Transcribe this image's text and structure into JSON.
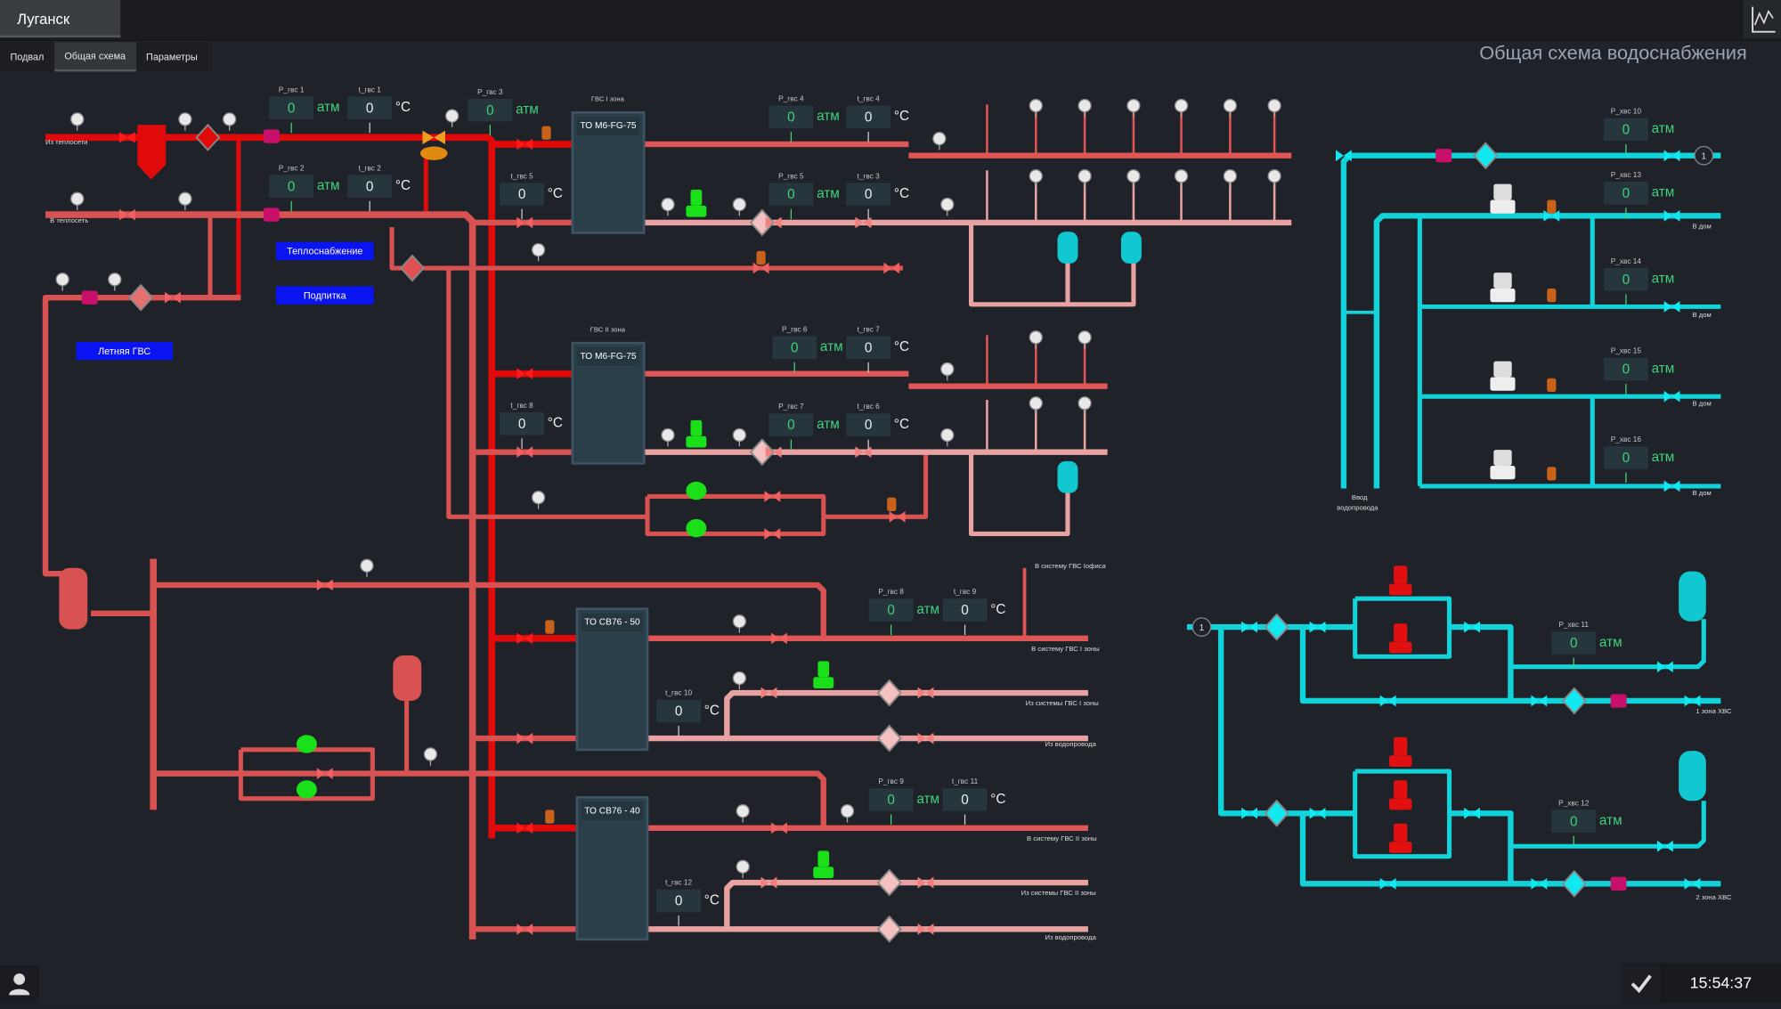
{
  "header": {
    "city": "Луганск",
    "title": "Общая схема водоснабжения",
    "time": "15:54:37",
    "chart_icon": "chart-line-icon",
    "user_icon": "user-icon",
    "check_icon": "check-icon"
  },
  "tabs": [
    {
      "label": "Подвал",
      "active": false
    },
    {
      "label": "Общая схема",
      "active": true
    },
    {
      "label": "Параметры",
      "active": false
    }
  ],
  "buttons": {
    "heat_supply": "Теплоснабжение",
    "makeup": "Подпитка",
    "summer_dhw": "Летняя ГВС"
  },
  "exchangers": [
    {
      "zone": "ГВС I зона",
      "name": "ТО М6-FG-75"
    },
    {
      "zone": "ГВС II зона",
      "name": "ТО М6-FG-75"
    },
    {
      "name": "ТО СВ76 - 50"
    },
    {
      "name": "ТО СВ76 - 40"
    }
  ],
  "sensors": [
    {
      "label": "P_гвс 1",
      "value": "0",
      "unit": "атм"
    },
    {
      "label": "t_гвс 1",
      "value": "0",
      "unit": "°C"
    },
    {
      "label": "P_гвс 3",
      "value": "0",
      "unit": "атм"
    },
    {
      "label": "P_гвс 2",
      "value": "0",
      "unit": "атм"
    },
    {
      "label": "t_гвс 2",
      "value": "0",
      "unit": "°C"
    },
    {
      "label": "t_гвс 5",
      "value": "0",
      "unit": "°C"
    },
    {
      "label": "P_гвс 4",
      "value": "0",
      "unit": "атм"
    },
    {
      "label": "t_гвс 4",
      "value": "0",
      "unit": "°C"
    },
    {
      "label": "P_гвс 5",
      "value": "0",
      "unit": "атм"
    },
    {
      "label": "t_гвс 3",
      "value": "0",
      "unit": "°C"
    },
    {
      "label": "P_гвс 6",
      "value": "0",
      "unit": "атм"
    },
    {
      "label": "t_гвс 7",
      "value": "0",
      "unit": "°C"
    },
    {
      "label": "t_гвс 8",
      "value": "0",
      "unit": "°C"
    },
    {
      "label": "P_гвс 7",
      "value": "0",
      "unit": "атм"
    },
    {
      "label": "t_гвс 6",
      "value": "0",
      "unit": "°C"
    },
    {
      "label": "P_гвс 8",
      "value": "0",
      "unit": "атм"
    },
    {
      "label": "t_гвс 9",
      "value": "0",
      "unit": "°C"
    },
    {
      "label": "t_гвс 10",
      "value": "0",
      "unit": "°C"
    },
    {
      "label": "P_гвс 9",
      "value": "0",
      "unit": "атм"
    },
    {
      "label": "t_гвс 11",
      "value": "0",
      "unit": "°C"
    },
    {
      "label": "t_гвс 12",
      "value": "0",
      "unit": "°C"
    },
    {
      "label": "P_хвс 10",
      "value": "0",
      "unit": "атм"
    },
    {
      "label": "P_хвс 13",
      "value": "0",
      "unit": "атм"
    },
    {
      "label": "P_хвс 14",
      "value": "0",
      "unit": "атм"
    },
    {
      "label": "P_хвс 15",
      "value": "0",
      "unit": "атм"
    },
    {
      "label": "P_хвс 16",
      "value": "0",
      "unit": "атм"
    },
    {
      "label": "P_хвс 11",
      "value": "0",
      "unit": "атм"
    },
    {
      "label": "P_хвс 12",
      "value": "0",
      "unit": "атм"
    }
  ],
  "pipe_labels": [
    "Из теплосети",
    "В теплосеть",
    "В систему ГВС Iофиса",
    "В систему ГВС I зоны",
    "Из системы ГВС I зоны",
    "Из водопровода",
    "В систему ГВС II зоны",
    "Из системы ГВС II зоны",
    "Из водопровода",
    "В дом",
    "В дом",
    "В дом",
    "В дом",
    "Ввод",
    "водопровода",
    "1 зона ХВС",
    "2 зона ХВС"
  ],
  "nodes": [
    "1",
    "1"
  ],
  "colors": {
    "hot_supply": "#e00a0a",
    "hot_return": "#d85252",
    "cold_return": "#e9a2a2",
    "cold_water": "#12d2da",
    "pump_green": "#19e019",
    "pump_red": "#e01010",
    "flowmeter": "#c8106a",
    "value_green": "#3fd27c",
    "button_blue": "#0a14f0"
  }
}
